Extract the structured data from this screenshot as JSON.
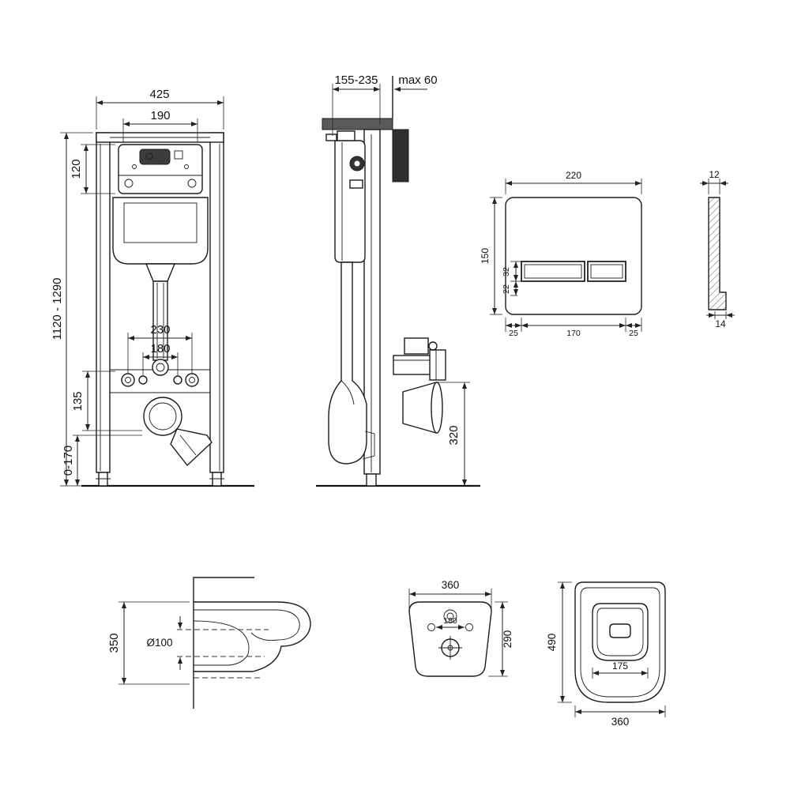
{
  "frame_front": {
    "width": "425",
    "cistern_width": "190",
    "cistern_height": "120",
    "height_range": "1120 - 1290",
    "bolt_spacing": "230",
    "inner_spacing": "180",
    "outlet_drop": "135",
    "floor_adjust": "0-170"
  },
  "frame_side": {
    "depth_range": "155-235",
    "wall_clearance": "max 60",
    "outlet_height": "320"
  },
  "flush_plate": {
    "width": "220",
    "height": "150",
    "button_height": "32",
    "button_offset": "22",
    "margin_left": "25",
    "buttons_width": "170",
    "margin_right": "25",
    "thickness": "12",
    "base_depth": "14"
  },
  "bowl_side": {
    "height": "350",
    "outlet_diameter": "Ø100"
  },
  "bowl_back": {
    "width": "360",
    "hole_spacing": "180",
    "height": "290"
  },
  "bowl_top": {
    "depth": "490",
    "opening_width": "175",
    "width": "360"
  }
}
